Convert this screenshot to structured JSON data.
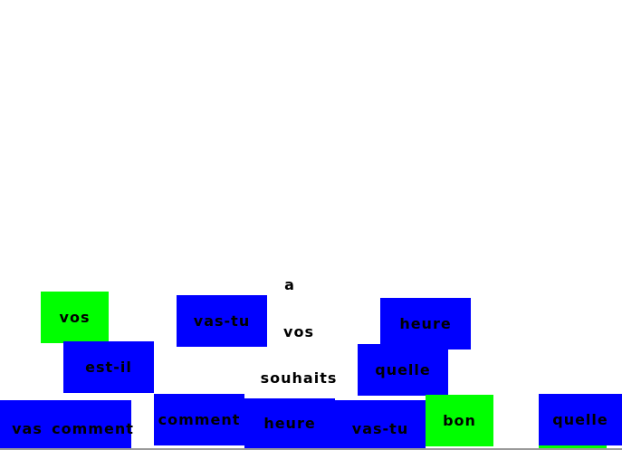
{
  "tiles": [
    {
      "word": "vos",
      "color": "#00ff00"
    },
    {
      "word": "vas-tu",
      "color": "#0000ff"
    },
    {
      "word": "heure",
      "color": "#0000ff"
    },
    {
      "word": "est-il",
      "color": "#0000ff"
    },
    {
      "word": "quelle",
      "color": "#0000ff"
    },
    {
      "word": "vas",
      "color": "#0000ff"
    },
    {
      "word": "comment",
      "color": "#0000ff"
    },
    {
      "word": "comment",
      "color": "#0000ff"
    },
    {
      "word": "heure",
      "color": "#0000ff"
    },
    {
      "word": "vas-tu",
      "color": "#0000ff"
    },
    {
      "word": "bon",
      "color": "#00ff00"
    },
    {
      "word": "quelle",
      "color": "#0000ff"
    },
    {
      "word": "",
      "color": "#00ff00"
    },
    {
      "word": "a",
      "color": ""
    },
    {
      "word": "vos",
      "color": ""
    },
    {
      "word": "souhaits",
      "color": ""
    }
  ]
}
